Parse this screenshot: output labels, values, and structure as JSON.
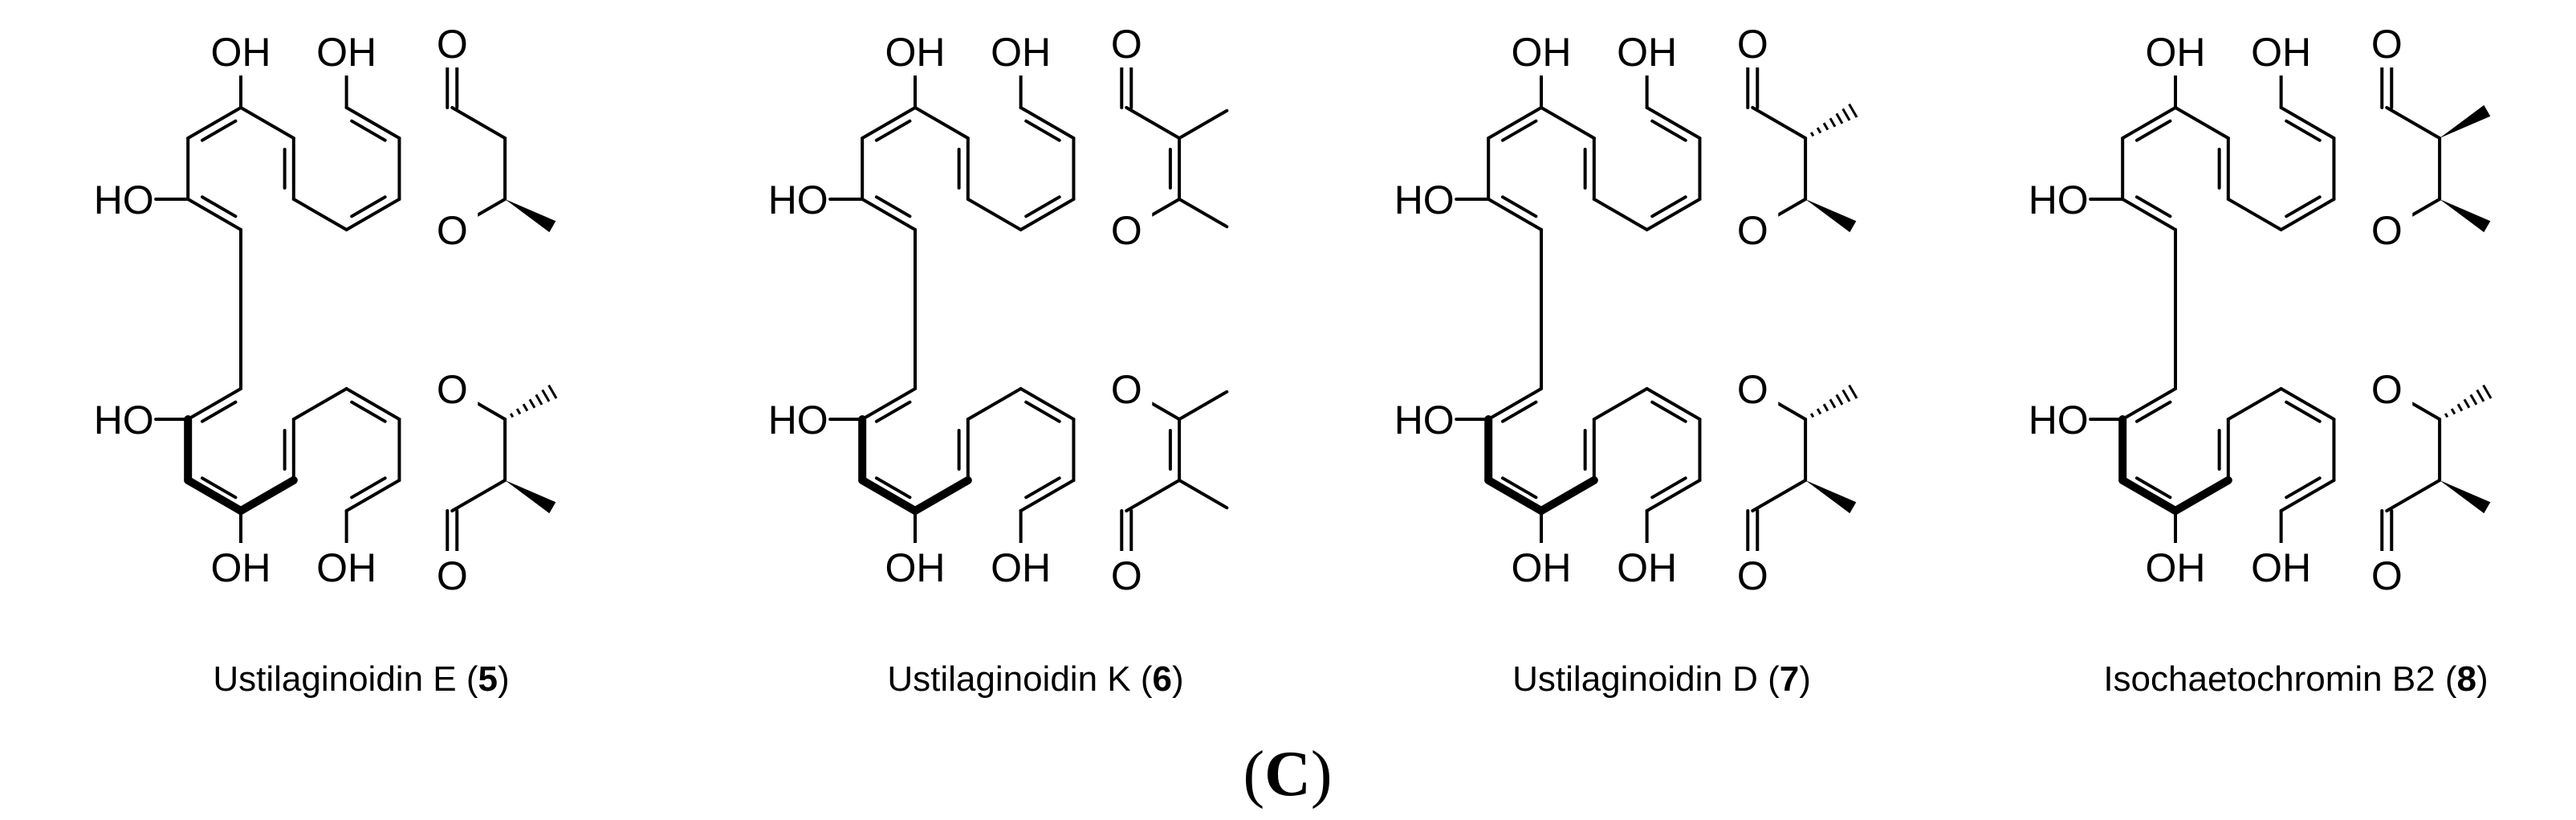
{
  "figure": {
    "panel_label_open": "(",
    "panel_label_letter": "C",
    "panel_label_close": ")"
  },
  "atom_labels": {
    "hydroxyl": "OH",
    "hydroxyl_left": "HO",
    "oxygen": "O"
  },
  "compounds": [
    {
      "name": "Ustilaginoidin E",
      "number": "5"
    },
    {
      "name": "Ustilaginoidin K",
      "number": "6"
    },
    {
      "name": "Ustilaginoidin D",
      "number": "7"
    },
    {
      "name": "Isochaetochromin B2",
      "number": "8"
    }
  ]
}
